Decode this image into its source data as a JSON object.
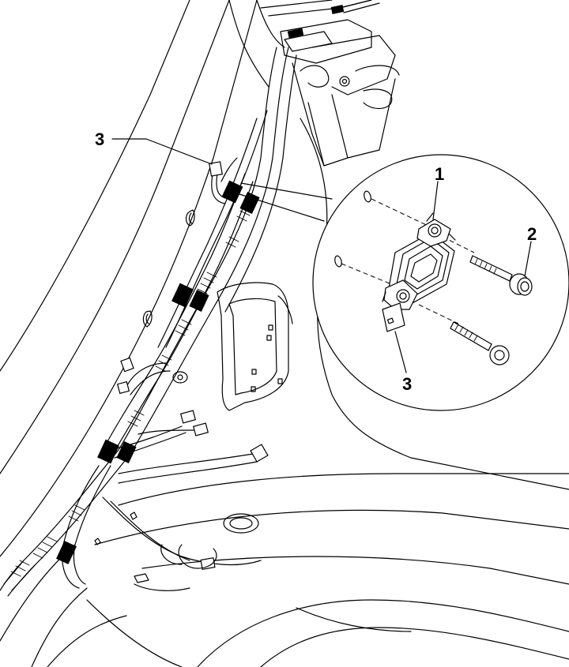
{
  "callouts": {
    "top_left": "3",
    "detail_sensor": "1",
    "detail_bolt": "2",
    "detail_connector": "3"
  },
  "colors": {
    "line": "#000000",
    "background": "#ffffff"
  },
  "icons": [
    "airbag-crash-sensor-icon",
    "bolt-icon",
    "connector-icon",
    "wiring-harness-icon"
  ]
}
